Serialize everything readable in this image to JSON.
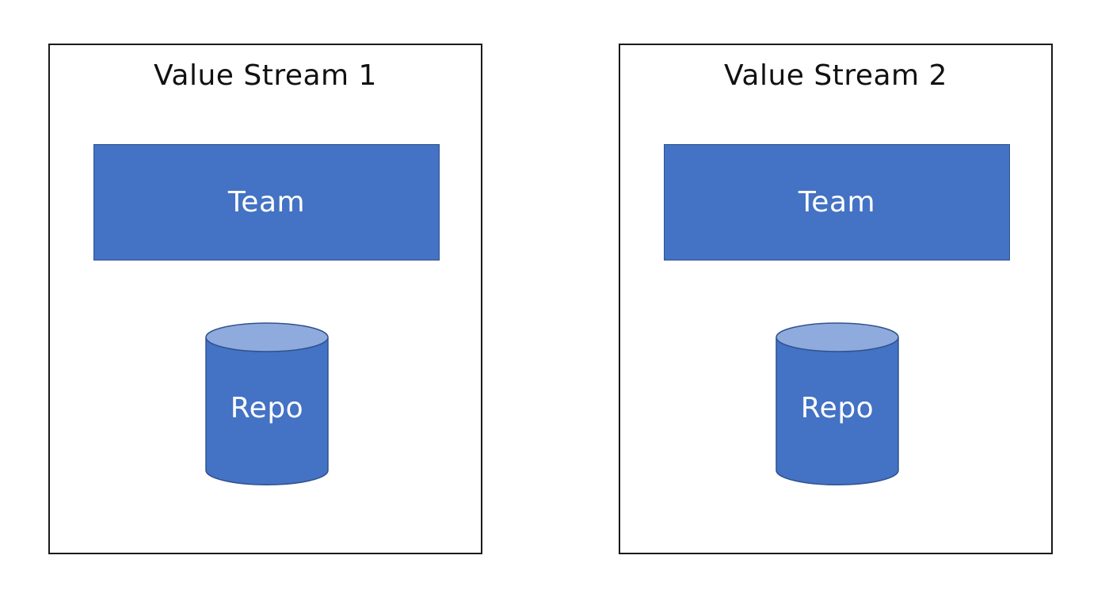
{
  "streams": [
    {
      "title": "Value Stream 1",
      "team_label": "Team",
      "repo_label": "Repo"
    },
    {
      "title": "Value Stream 2",
      "team_label": "Team",
      "repo_label": "Repo"
    }
  ],
  "colors": {
    "box_fill": "#4472c4",
    "box_stroke": "#2f528f",
    "cylinder_top": "#8faadc",
    "frame_stroke": "#1a1a1a"
  }
}
